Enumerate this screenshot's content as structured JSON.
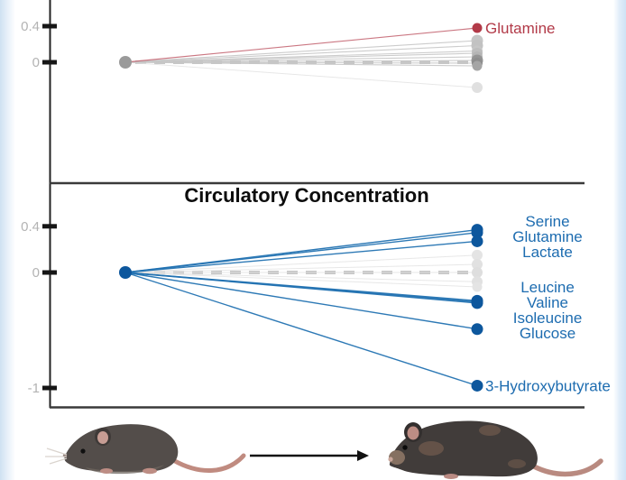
{
  "title": {
    "text": "Circulatory Concentration"
  },
  "colors": {
    "red_line": "#c2606d",
    "red_dot": "#b23a48",
    "red_text": "#b23a48",
    "blue_line": "#2272b2",
    "blue_dot": "#0d579d",
    "blue_text": "#1d6cb0",
    "gray_line": "#c7c7c7",
    "gray_origin_dot": "#9a9a9a",
    "faint_line": "#e2e2e2",
    "dash_line": "#c6c6c6",
    "axis_line": "#222222",
    "frame_line": "#3a3a3a",
    "tick_label": "#b3b3b3",
    "title_text": "#0d0d0d"
  },
  "chart_data": [
    {
      "type": "line",
      "panel": "top",
      "description": "slope chart, change from 0 baseline, top panel (title cut off)",
      "yticks": [
        {
          "label": "0.4",
          "v": 0.4
        },
        {
          "label": "0",
          "v": 0
        }
      ],
      "baseline": 0,
      "grid": "dashed zero line",
      "series": [
        {
          "name": "Glutamine",
          "start": 0,
          "end": 0.38,
          "role": "red",
          "label": "inline"
        },
        {
          "name": "",
          "start": 0,
          "end": 0.24,
          "role": "gray",
          "dot_color": "#c6c6c6",
          "dot_r": 6.5
        },
        {
          "name": "",
          "start": 0,
          "end": 0.185,
          "role": "gray",
          "dot_color": "#c2c2c2",
          "dot_r": 6.5
        },
        {
          "name": "",
          "start": 0,
          "end": 0.125,
          "role": "gray",
          "dot_color": "#c6c6c6",
          "dot_r": 6
        },
        {
          "name": "",
          "start": 0,
          "end": 0.1,
          "role": "gray",
          "dot_color": "#bdbdbd",
          "dot_r": 6
        },
        {
          "name": "",
          "start": 0,
          "end": 0.06,
          "role": "gray",
          "dot_color": "#b5b5b5",
          "dot_r": 6
        },
        {
          "name": "",
          "start": 0,
          "end": 0.02,
          "role": "gray",
          "dot_color": "#949494",
          "dot_r": 6.5
        },
        {
          "name": "",
          "start": 0,
          "end": -0.01,
          "role": "gray",
          "dot_color": "#8d8d8d",
          "dot_r": 6
        },
        {
          "name": "",
          "start": 0,
          "end": -0.04,
          "role": "gray",
          "dot_color": "#a5a5a5",
          "dot_r": 5.5
        },
        {
          "name": "",
          "start": 0,
          "end": -0.28,
          "role": "faint",
          "dot_color": "#e0e0e0",
          "dot_r": 6
        }
      ]
    },
    {
      "type": "line",
      "panel": "bottom",
      "title": "Circulatory Concentration",
      "description": "slope chart, change from 0 baseline",
      "yticks": [
        {
          "label": "0.4",
          "v": 0.4
        },
        {
          "label": "0",
          "v": 0
        },
        {
          "label": "-1",
          "v": -1
        }
      ],
      "baseline": 0,
      "grid": "dashed zero line",
      "series": [
        {
          "name": "Serine",
          "start": 0,
          "end": 0.37,
          "role": "blue",
          "label": "column"
        },
        {
          "name": "Glutamine",
          "start": 0,
          "end": 0.345,
          "role": "blue",
          "label": "column"
        },
        {
          "name": "Lactate",
          "start": 0,
          "end": 0.27,
          "role": "blue",
          "label": "column"
        },
        {
          "name": "",
          "start": 0,
          "end": 0.15,
          "role": "faint",
          "dot_color": "#e4e4e4",
          "dot_r": 6
        },
        {
          "name": "",
          "start": 0,
          "end": 0.07,
          "role": "faint",
          "dot_color": "#e1e1e1",
          "dot_r": 6
        },
        {
          "name": "",
          "start": 0,
          "end": 0.0,
          "role": "faint",
          "dot_color": "#dedede",
          "dot_r": 6
        },
        {
          "name": "",
          "start": 0,
          "end": -0.08,
          "role": "faint",
          "dot_color": "#e1e1e1",
          "dot_r": 6
        },
        {
          "name": "",
          "start": 0,
          "end": -0.125,
          "role": "faint",
          "dot_color": "#e4e4e4",
          "dot_r": 5.5
        },
        {
          "name": "Leucine",
          "start": 0,
          "end": -0.245,
          "role": "blue",
          "label": "column"
        },
        {
          "name": "Valine",
          "start": 0,
          "end": -0.255,
          "role": "blue",
          "label": "column"
        },
        {
          "name": "Isoleucine",
          "start": 0,
          "end": -0.265,
          "role": "blue",
          "label": "column"
        },
        {
          "name": "Glucose",
          "start": 0,
          "end": -0.49,
          "role": "blue",
          "label": "column"
        },
        {
          "name": "3-Hydroxybutyrate",
          "start": 0,
          "end": -0.98,
          "role": "blue",
          "label": "inline"
        }
      ]
    }
  ],
  "icons": {
    "arrow": "right-arrow-icon",
    "left_mouse": "young-mouse-icon",
    "right_mouse": "aged-mouse-icon"
  }
}
